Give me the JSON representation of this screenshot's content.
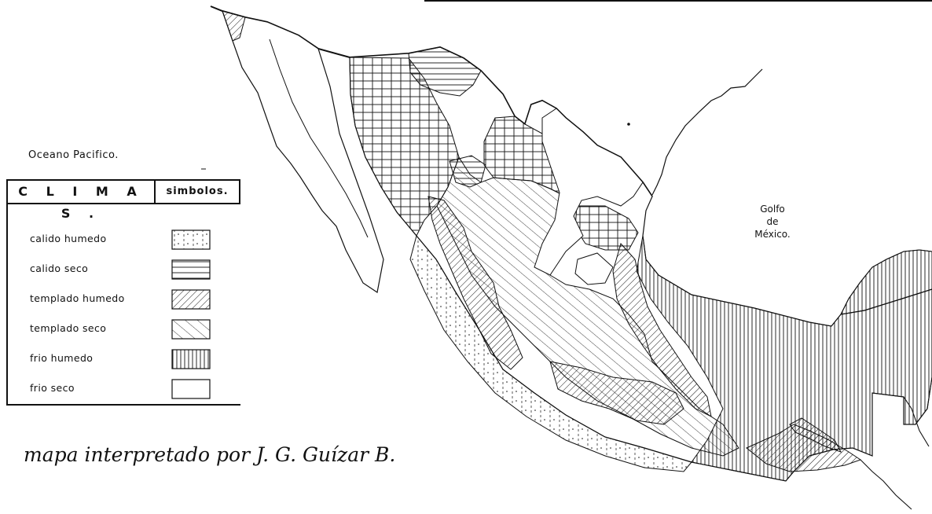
{
  "ocean_label": "Oceano Pacifico.",
  "gulf_label": [
    "Golfo",
    "de",
    "México."
  ],
  "legend": {
    "title": "C L I M A S .",
    "symbols_header": "simbolos.",
    "items": [
      {
        "label": "calido humedo",
        "pattern": "calido-humedo"
      },
      {
        "label": "calido seco",
        "pattern": "calido-seco"
      },
      {
        "label": "templado humedo",
        "pattern": "templado-humedo"
      },
      {
        "label": "templado seco",
        "pattern": "templado-seco"
      },
      {
        "label": "frio humedo",
        "pattern": "frio-humedo"
      },
      {
        "label": "frio seco",
        "pattern": "frio-seco"
      }
    ]
  },
  "credit": "mapa interpretado por J. G. Guízar B.",
  "colors": {
    "ink": "#111111",
    "paper": "#ffffff"
  }
}
